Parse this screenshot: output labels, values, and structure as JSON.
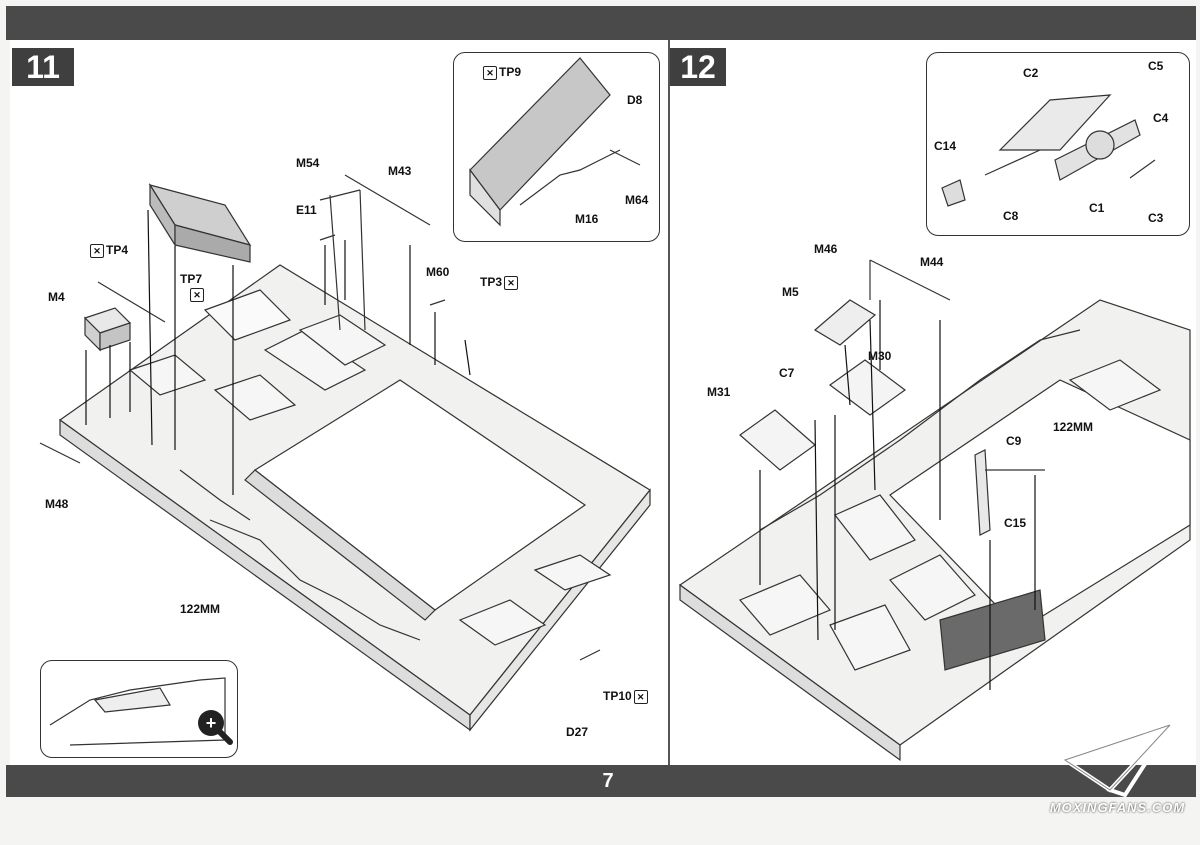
{
  "page_number": "7",
  "steps": {
    "step11": "11",
    "step12": "12"
  },
  "labels_left": {
    "tp9": "TP9",
    "d8": "D8",
    "m64": "M64",
    "m16": "M16",
    "m54": "M54",
    "m43": "M43",
    "e11": "E11",
    "m60": "M60",
    "tp3": "TP3",
    "tp4": "TP4",
    "tp7": "TP7",
    "m4": "M4",
    "m48": "M48",
    "mm122": "122MM",
    "tp10": "TP10",
    "d27": "D27"
  },
  "labels_right": {
    "c2": "C2",
    "c5": "C5",
    "c4": "C4",
    "c14": "C14",
    "c8": "C8",
    "c1": "C1",
    "c3": "C3",
    "m46": "M46",
    "m44": "M44",
    "m5": "M5",
    "m30": "M30",
    "m31": "M31",
    "c7": "C7",
    "mm122": "122MM",
    "c9": "C9",
    "c15": "C15"
  },
  "icons": {
    "heart_glyph": "✕",
    "magnify_glyph": "+"
  },
  "watermark": "MOXINGFANS.COM"
}
